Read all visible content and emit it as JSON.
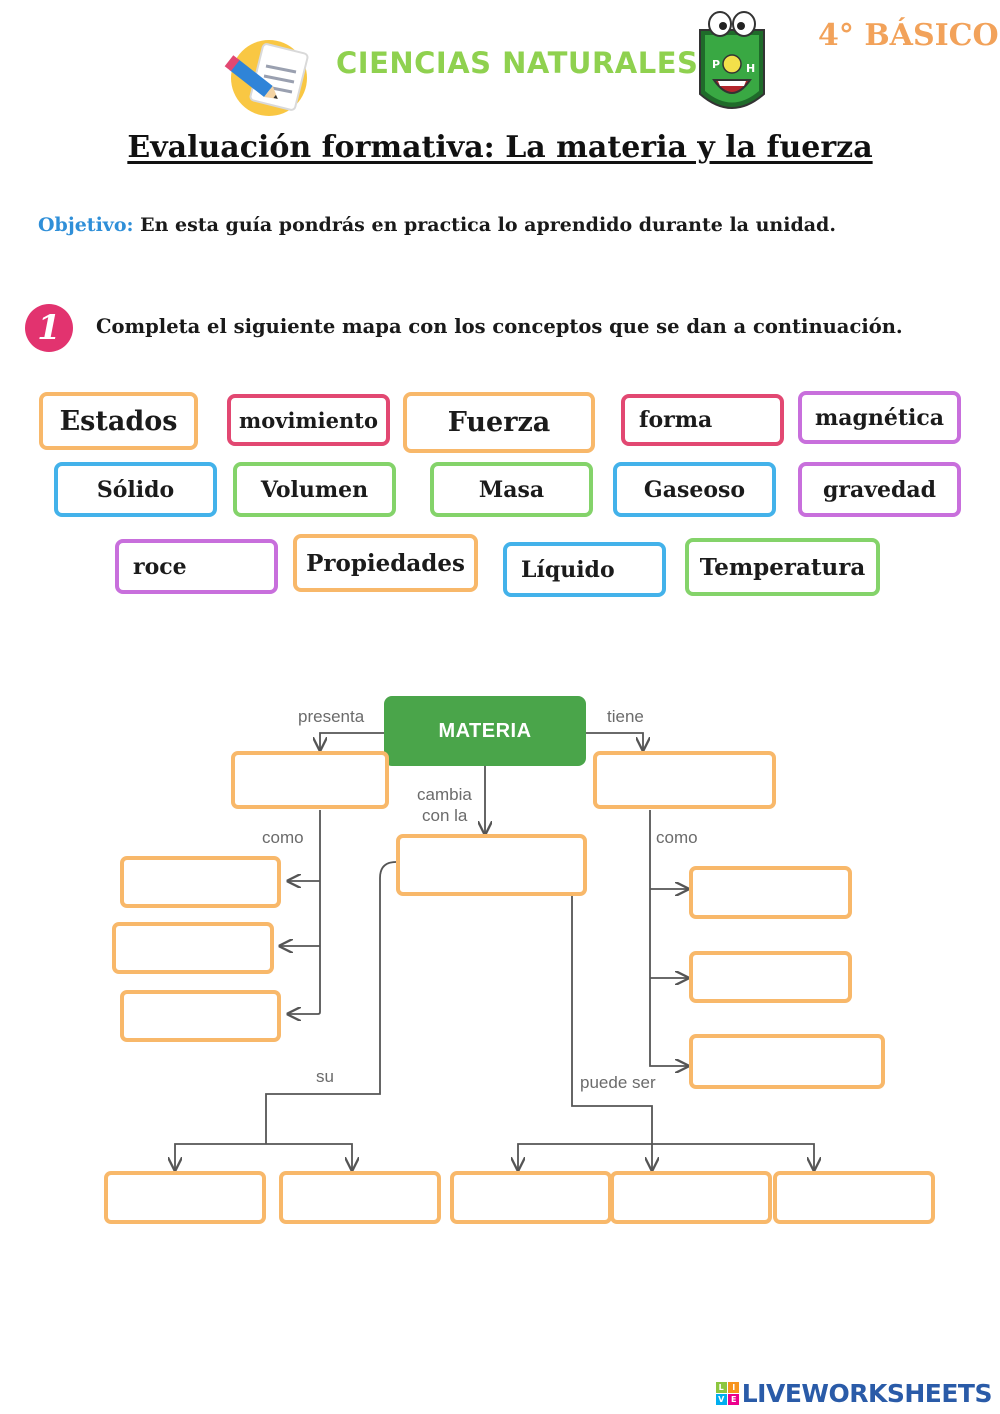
{
  "header": {
    "subject": "CIENCIAS NATURALES",
    "grade": "4° BÁSICO",
    "mascot_letters": [
      "P",
      "H"
    ]
  },
  "title": "Evaluación formativa: La materia y la fuerza",
  "objective": {
    "label": "Objetivo:",
    "text": " En esta guía pondrás en practica lo aprendido durante la unidad."
  },
  "question": {
    "number": "1",
    "text": "Completa el siguiente mapa con los conceptos que se dan a continuación."
  },
  "word_bank": [
    {
      "text": "Estados",
      "color": "#f8b86a"
    },
    {
      "text": "movimiento",
      "color": "#e24872"
    },
    {
      "text": "Fuerza",
      "color": "#f8b86a"
    },
    {
      "text": "forma",
      "color": "#e24872"
    },
    {
      "text": "magnética",
      "color": "#c86fdc"
    },
    {
      "text": "Sólido",
      "color": "#43b2ea"
    },
    {
      "text": "Volumen",
      "color": "#84d36a"
    },
    {
      "text": "Masa",
      "color": "#84d36a"
    },
    {
      "text": "Gaseoso",
      "color": "#43b2ea"
    },
    {
      "text": "gravedad",
      "color": "#c86fdc"
    },
    {
      "text": "roce",
      "color": "#c86fdc"
    },
    {
      "text": "Propiedades",
      "color": "#f8b86a"
    },
    {
      "text": "Líquido",
      "color": "#43b2ea"
    },
    {
      "text": "Temperatura",
      "color": "#84d36a"
    }
  ],
  "concept_map": {
    "root": "MATERIA",
    "labels": {
      "presenta": "presenta",
      "tiene": "tiene",
      "cambia": "cambia",
      "con_la": "con la",
      "como_left": "como",
      "como_right": "como",
      "su": "su",
      "puede_ser": "puede ser"
    }
  },
  "footer": {
    "brand": "LIVEWORKSHEETS",
    "logo_letters": [
      "L",
      "I",
      "V",
      "E"
    ]
  },
  "colors": {
    "orange": "#f8b86a",
    "green_title": "#8fd14f",
    "root_green": "#4aa54a",
    "objective_blue": "#2f8fd8",
    "number_pink": "#e2336f"
  }
}
